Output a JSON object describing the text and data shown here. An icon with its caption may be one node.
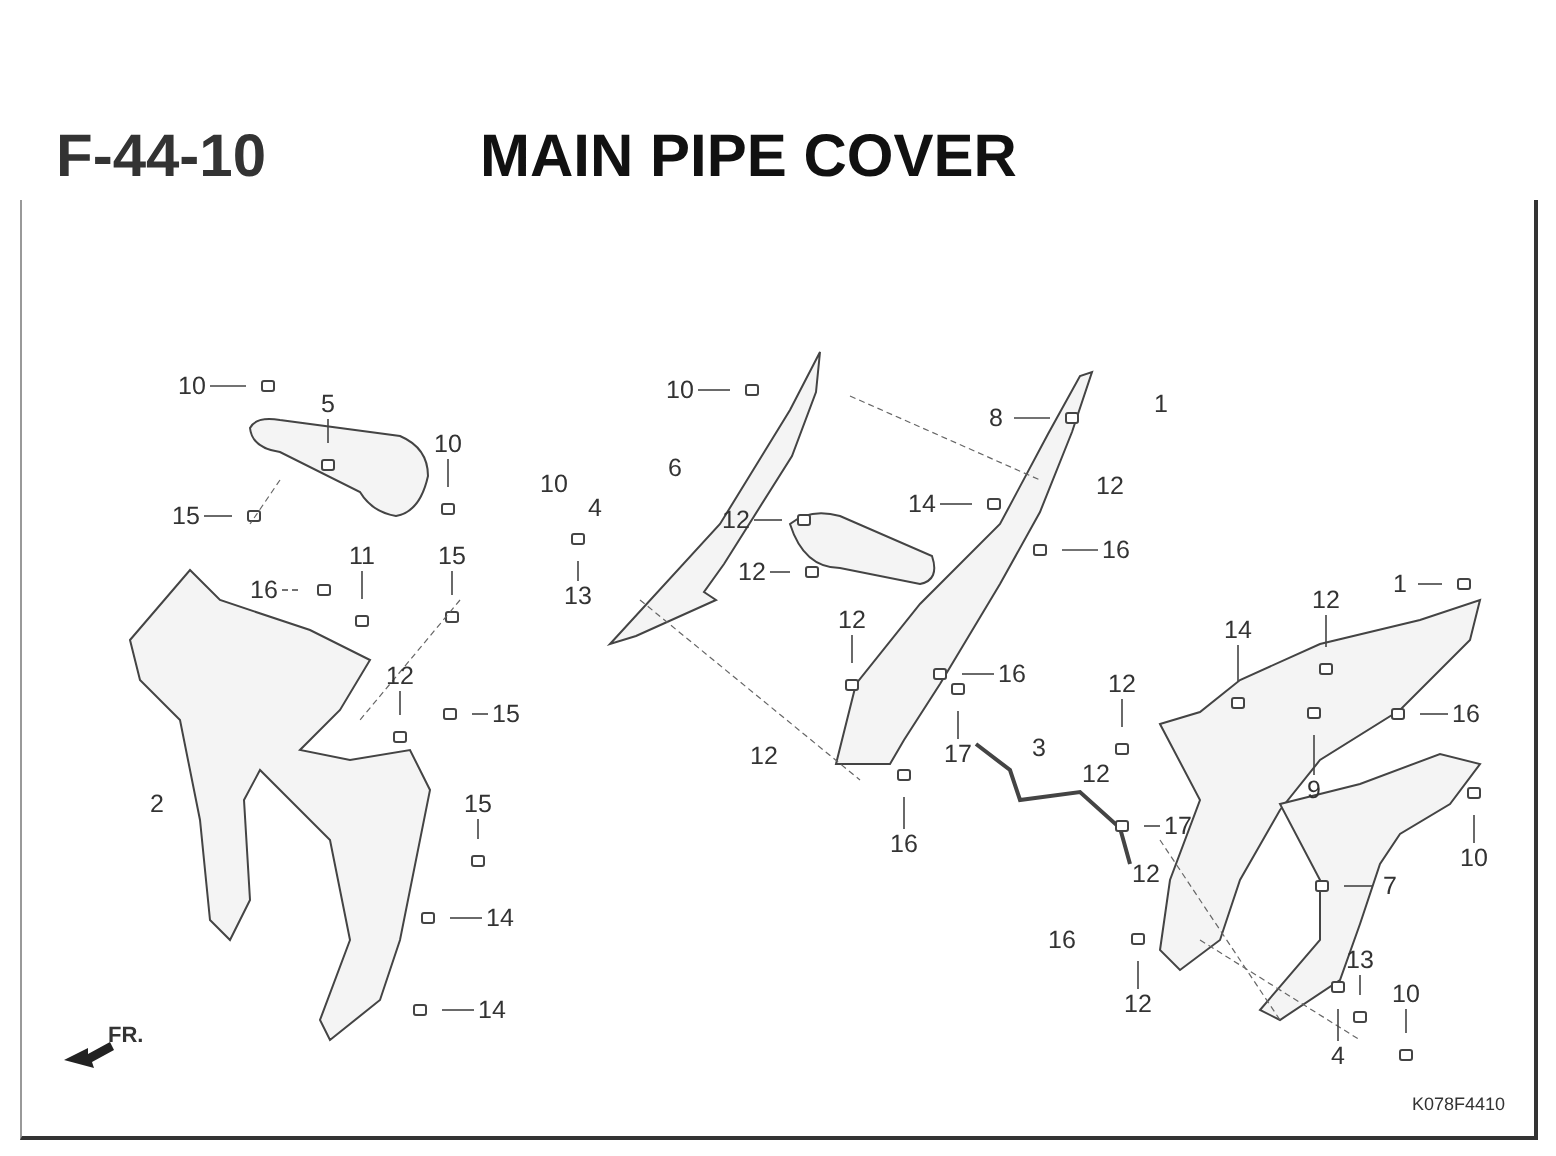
{
  "diagram": {
    "title": "MAIN PIPE COVER",
    "nodes": [
      {
        "text": [
          "10"
        ]
      },
      {
        "text": [
          "5"
        ]
      },
      {
        "text": [
          "10"
        ]
      },
      {
        "text": [
          "15"
        ]
      },
      {
        "text": [
          "11"
        ]
      },
      {
        "text": [
          "16"
        ]
      },
      {
        "text": [
          "15"
        ]
      },
      {
        "text": [
          "12"
        ]
      },
      {
        "text": [
          "15"
        ]
      },
      {
        "text": [
          "15"
        ]
      },
      {
        "text": [
          "14"
        ]
      },
      {
        "text": [
          "14"
        ]
      },
      {
        "text": [
          "10"
        ]
      },
      {
        "text": [
          "8"
        ]
      },
      {
        "text": [
          "12"
        ]
      },
      {
        "text": [
          "14"
        ]
      },
      {
        "text": [
          "16"
        ]
      },
      {
        "text": [
          "12"
        ]
      },
      {
        "text": [
          "13"
        ]
      },
      {
        "text": [
          "12"
        ]
      },
      {
        "text": [
          "16"
        ]
      },
      {
        "text": [
          "17"
        ]
      },
      {
        "text": [
          "16"
        ]
      },
      {
        "text": [
          "1"
        ]
      },
      {
        "text": [
          "12"
        ]
      },
      {
        "text": [
          "14"
        ]
      },
      {
        "text": [
          "12"
        ]
      },
      {
        "text": [
          "16"
        ]
      },
      {
        "text": [
          "9"
        ]
      },
      {
        "text": [
          "17"
        ]
      },
      {
        "text": [
          "10"
        ]
      },
      {
        "text": [
          "7"
        ]
      },
      {
        "text": [
          "13"
        ]
      },
      {
        "text": [
          "10"
        ]
      },
      {
        "text": [
          "12"
        ]
      },
      {
        "text": [
          "4"
        ]
      }
    ],
    "edges": [
      {
        "from": 0,
        "to": null,
        "arrow": "none"
      },
      {
        "from": 1,
        "to": null,
        "arrow": "none"
      },
      {
        "from": 2,
        "to": null,
        "arrow": "none"
      },
      {
        "from": 3,
        "to": null,
        "arrow": "none"
      },
      {
        "from": 4,
        "to": null,
        "arrow": "none"
      },
      {
        "from": 5,
        "to": null,
        "arrow": "none",
        "style": "dashed"
      },
      {
        "from": 6,
        "to": null,
        "arrow": "none"
      },
      {
        "from": 7,
        "to": null,
        "arrow": "none"
      },
      {
        "from": 8,
        "to": null,
        "arrow": "none"
      },
      {
        "from": 9,
        "to": null,
        "arrow": "none"
      },
      {
        "from": 10,
        "to": null,
        "arrow": "none"
      },
      {
        "from": 11,
        "to": null,
        "arrow": "none"
      },
      {
        "from": 12,
        "to": null,
        "arrow": "none"
      },
      {
        "from": 13,
        "to": null,
        "arrow": "none"
      },
      {
        "from": 14,
        "to": null,
        "arrow": "none"
      },
      {
        "from": 15,
        "to": null,
        "arrow": "none"
      },
      {
        "from": 16,
        "to": null,
        "arrow": "none"
      },
      {
        "from": 17,
        "to": null,
        "arrow": "none"
      },
      {
        "from": 18,
        "to": null,
        "arrow": "none"
      },
      {
        "from": 19,
        "to": null,
        "arrow": "none"
      },
      {
        "from": 20,
        "to": null,
        "arrow": "none"
      },
      {
        "from": 21,
        "to": null,
        "arrow": "none"
      },
      {
        "from": 22,
        "to": null,
        "arrow": "none"
      },
      {
        "from": 23,
        "to": null,
        "arrow": "none"
      },
      {
        "from": 24,
        "to": null,
        "arrow": "none"
      },
      {
        "from": 25,
        "to": null,
        "arrow": "none"
      },
      {
        "from": 26,
        "to": null,
        "arrow": "none"
      },
      {
        "from": 27,
        "to": null,
        "arrow": "none"
      },
      {
        "from": 28,
        "to": null,
        "arrow": "none"
      },
      {
        "from": 29,
        "to": null,
        "arrow": "none"
      },
      {
        "from": 30,
        "to": null,
        "arrow": "none"
      },
      {
        "from": 31,
        "to": null,
        "arrow": "none"
      },
      {
        "from": 32,
        "to": null,
        "arrow": "none"
      },
      {
        "from": 33,
        "to": null,
        "arrow": "none"
      },
      {
        "from": 34,
        "to": null,
        "arrow": "none"
      },
      {
        "from": 35,
        "to": null,
        "arrow": "none"
      }
    ],
    "labels": [
      "F-44-10",
      "1",
      "12",
      "6",
      "10",
      "4",
      "3",
      "12",
      "12",
      "2",
      "12",
      "16",
      "FR.",
      "K078F4410"
    ]
  }
}
